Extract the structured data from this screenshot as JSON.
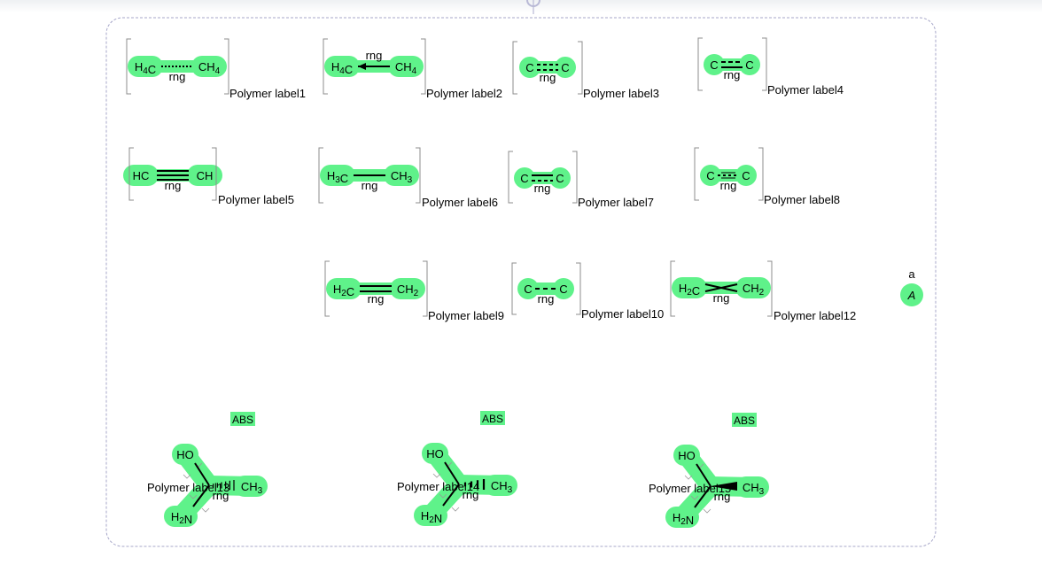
{
  "structures": [
    {
      "left": "H4C",
      "right": "CH4",
      "bond": "dotted",
      "rng": "rng",
      "label": "Polymer label1"
    },
    {
      "left": "H4C",
      "right": "CH4",
      "bond": "dative",
      "rng": "rng",
      "label": "Polymer label2"
    },
    {
      "left": "C",
      "right": "C",
      "bond": "double-dashed",
      "rng": "rng",
      "label": "Polymer label3"
    },
    {
      "left": "C",
      "right": "C",
      "bond": "dashed-double",
      "rng": "rng",
      "label": "Polymer label4"
    },
    {
      "left": "HC",
      "right": "CH",
      "bond": "triple",
      "rng": "rng",
      "label": "Polymer label5"
    },
    {
      "left": "H3C",
      "right": "CH3",
      "bond": "single",
      "rng": "rng",
      "label": "Polymer label6"
    },
    {
      "left": "C",
      "right": "C",
      "bond": "double-dash",
      "rng": "rng",
      "label": "Polymer label7"
    },
    {
      "left": "C",
      "right": "C",
      "bond": "any",
      "rng": "rng",
      "label": "Polymer label8"
    },
    {
      "left": "H2C",
      "right": "CH2",
      "bond": "double",
      "rng": "rng",
      "label": "Polymer label9"
    },
    {
      "left": "C",
      "right": "C",
      "bond": "dashed",
      "rng": "rng",
      "label": "Polymer label10"
    },
    {
      "left": "H2C",
      "right": "CH2",
      "bond": "crossed",
      "rng": "rng",
      "label": "Polymer label12"
    }
  ],
  "loose_atom": {
    "symbol": "A",
    "charge_label": "a"
  },
  "stereo_groups": [
    {
      "abs": "ABS",
      "top": "HO",
      "bottom": "H2N",
      "right": "CH3",
      "rng": "rng",
      "label": "Polymer label13",
      "wedge": "hashed"
    },
    {
      "abs": "ABS",
      "top": "HO",
      "bottom": "H2N",
      "right": "CH3",
      "rng": "rng",
      "label": "Polymer label14",
      "wedge": "hashed-bold"
    },
    {
      "abs": "ABS",
      "top": "HO",
      "bottom": "H2N",
      "right": "CH3",
      "rng": "rng",
      "label": "Polymer label15",
      "wedge": "solid"
    }
  ],
  "colors": {
    "highlight": "#5ff28a",
    "oxygen": "#c0392b",
    "nitrogen": "#2a7de1",
    "frame": "#a7a7c9"
  }
}
